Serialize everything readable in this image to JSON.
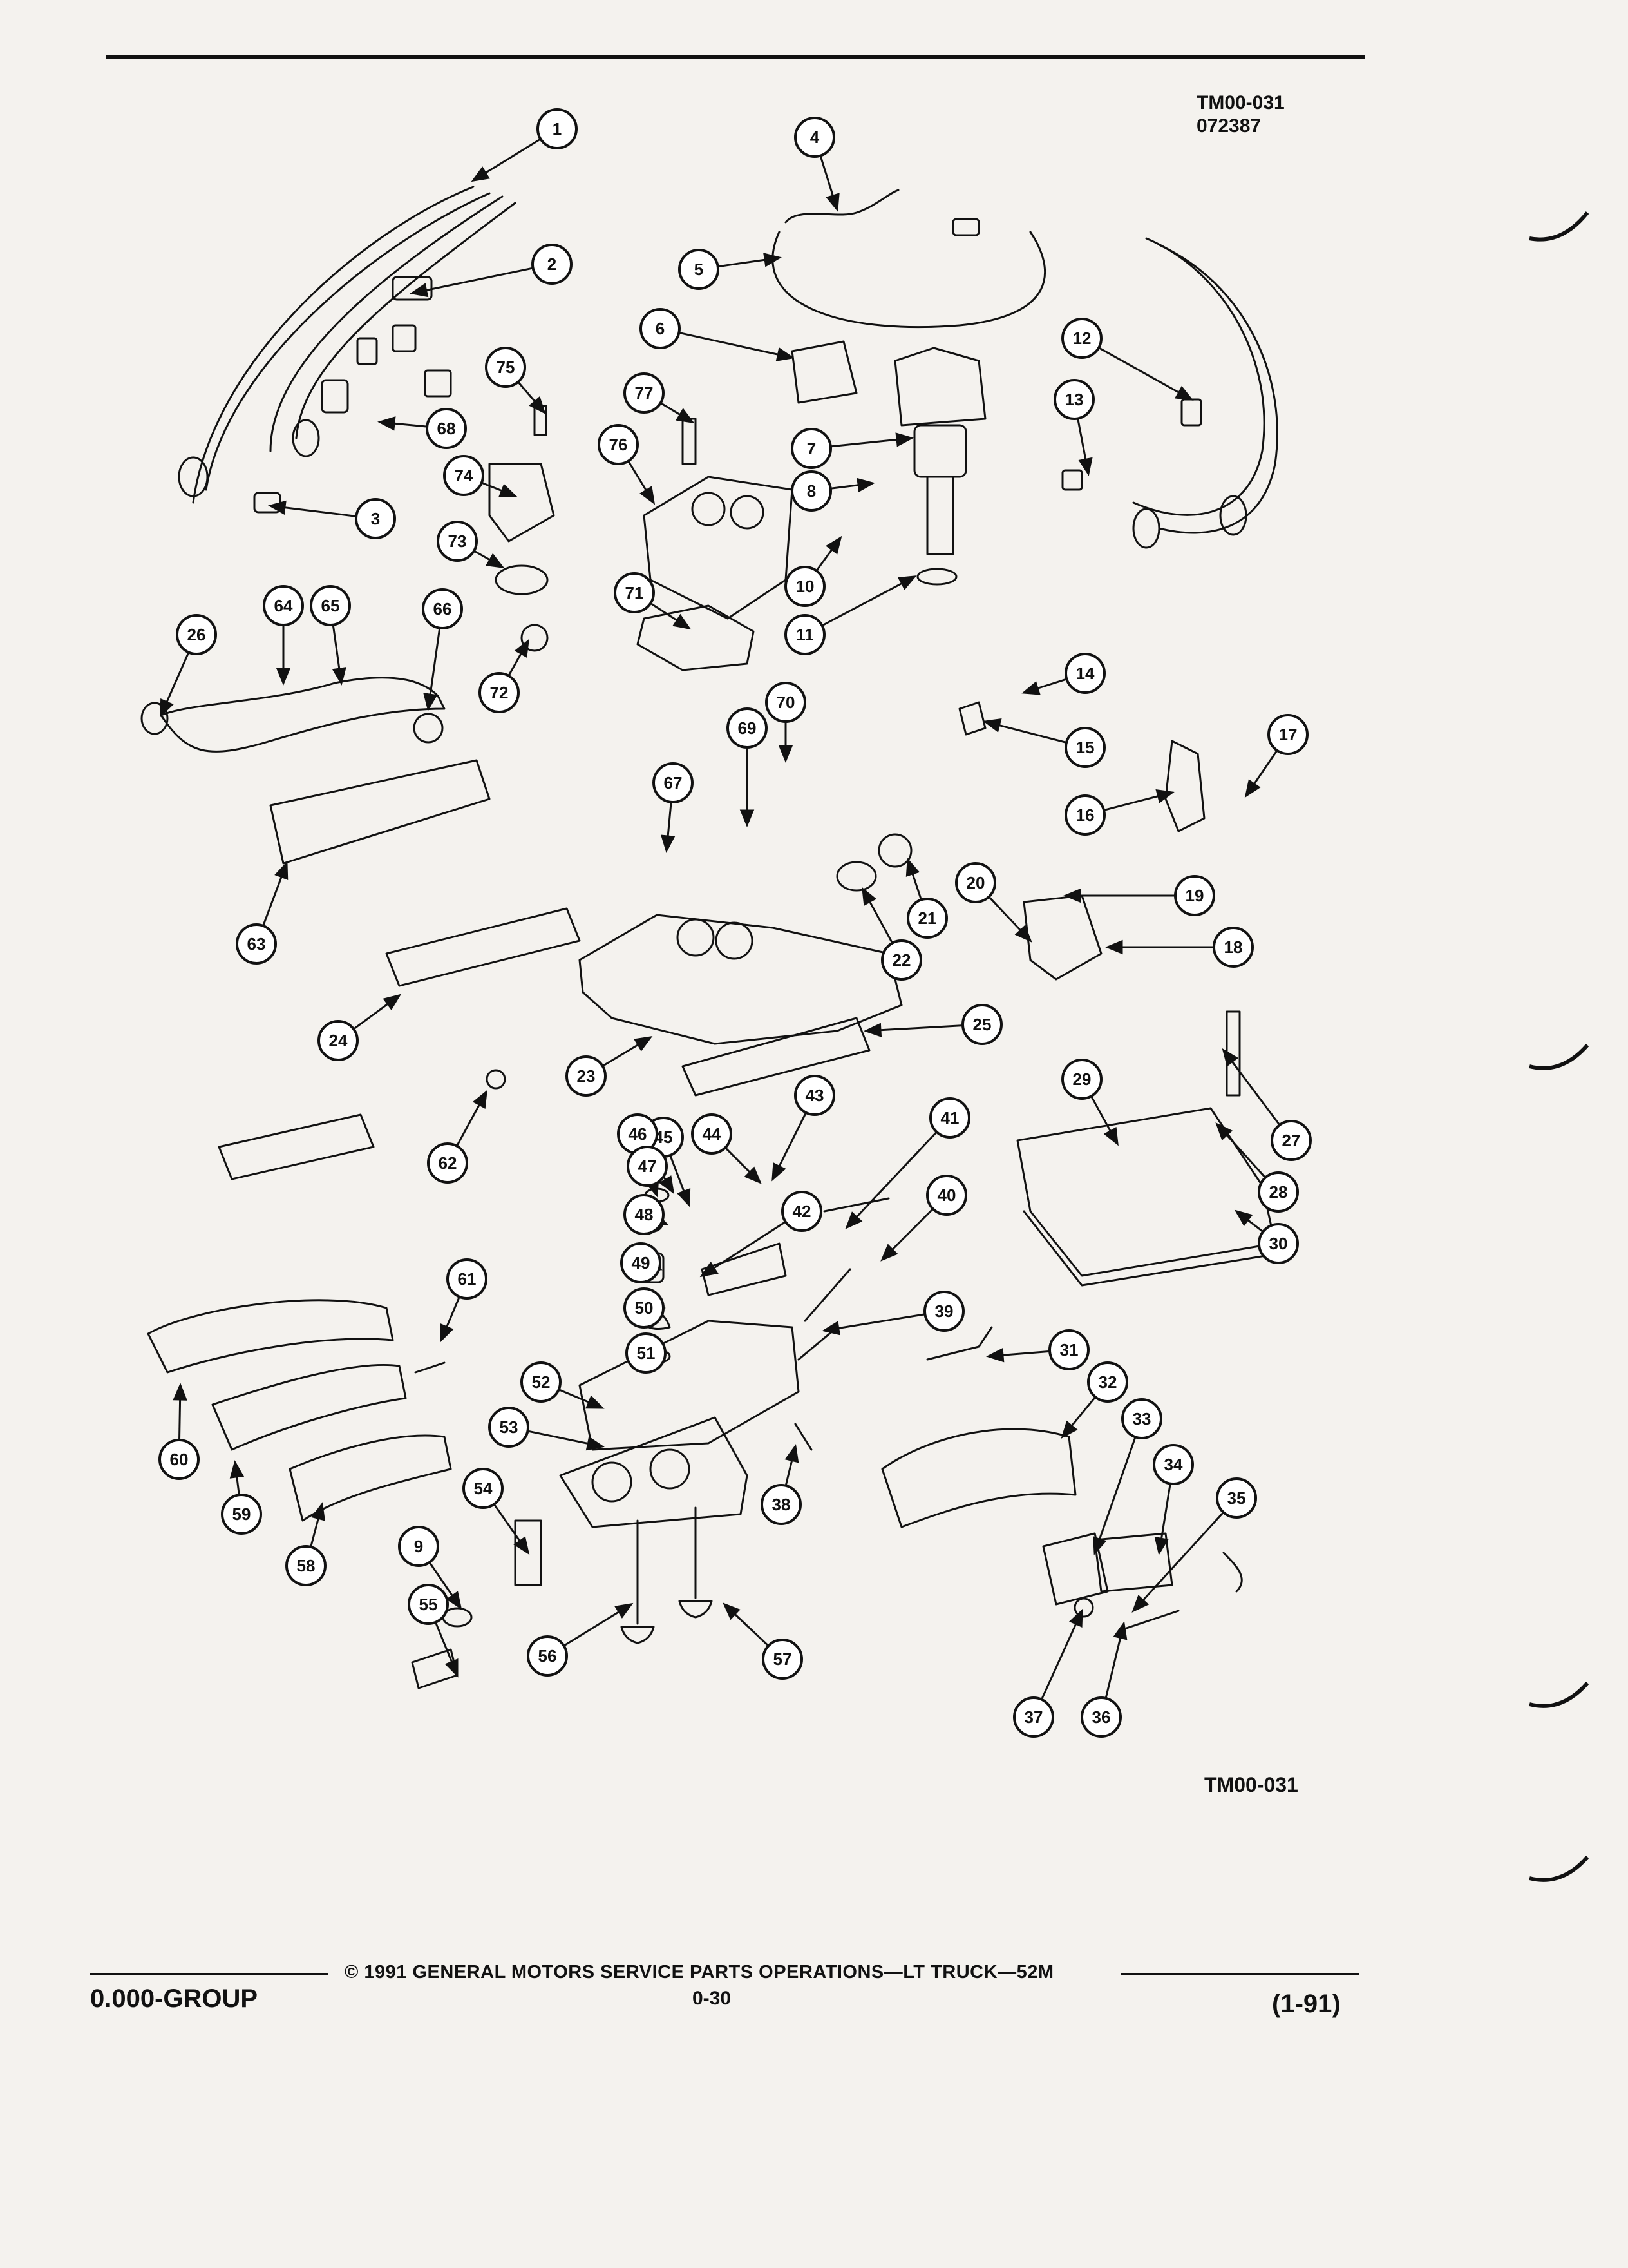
{
  "header": {
    "figure_code": "TM00-031",
    "figure_date": "072387"
  },
  "figure_code_bottom": "TM00-031",
  "footer": {
    "copyright": "© 1991 GENERAL MOTORS SERVICE PARTS OPERATIONS—LT TRUCK—52M",
    "group": "0.000-GROUP",
    "page": "0-30",
    "revision": "(1-91)"
  },
  "callouts": [
    "1",
    "2",
    "3",
    "4",
    "5",
    "6",
    "7",
    "8",
    "9",
    "10",
    "11",
    "12",
    "13",
    "14",
    "15",
    "16",
    "17",
    "18",
    "19",
    "20",
    "21",
    "22",
    "23",
    "24",
    "25",
    "26",
    "27",
    "28",
    "29",
    "30",
    "31",
    "32",
    "33",
    "34",
    "35",
    "36",
    "37",
    "38",
    "39",
    "40",
    "41",
    "42",
    "43",
    "44",
    "45",
    "46",
    "47",
    "48",
    "49",
    "50",
    "51",
    "52",
    "53",
    "54",
    "55",
    "56",
    "57",
    "58",
    "59",
    "60",
    "61",
    "62",
    "63",
    "64",
    "65",
    "66",
    "67",
    "68",
    "69",
    "70",
    "71",
    "72",
    "73",
    "74",
    "75",
    "76",
    "77"
  ]
}
